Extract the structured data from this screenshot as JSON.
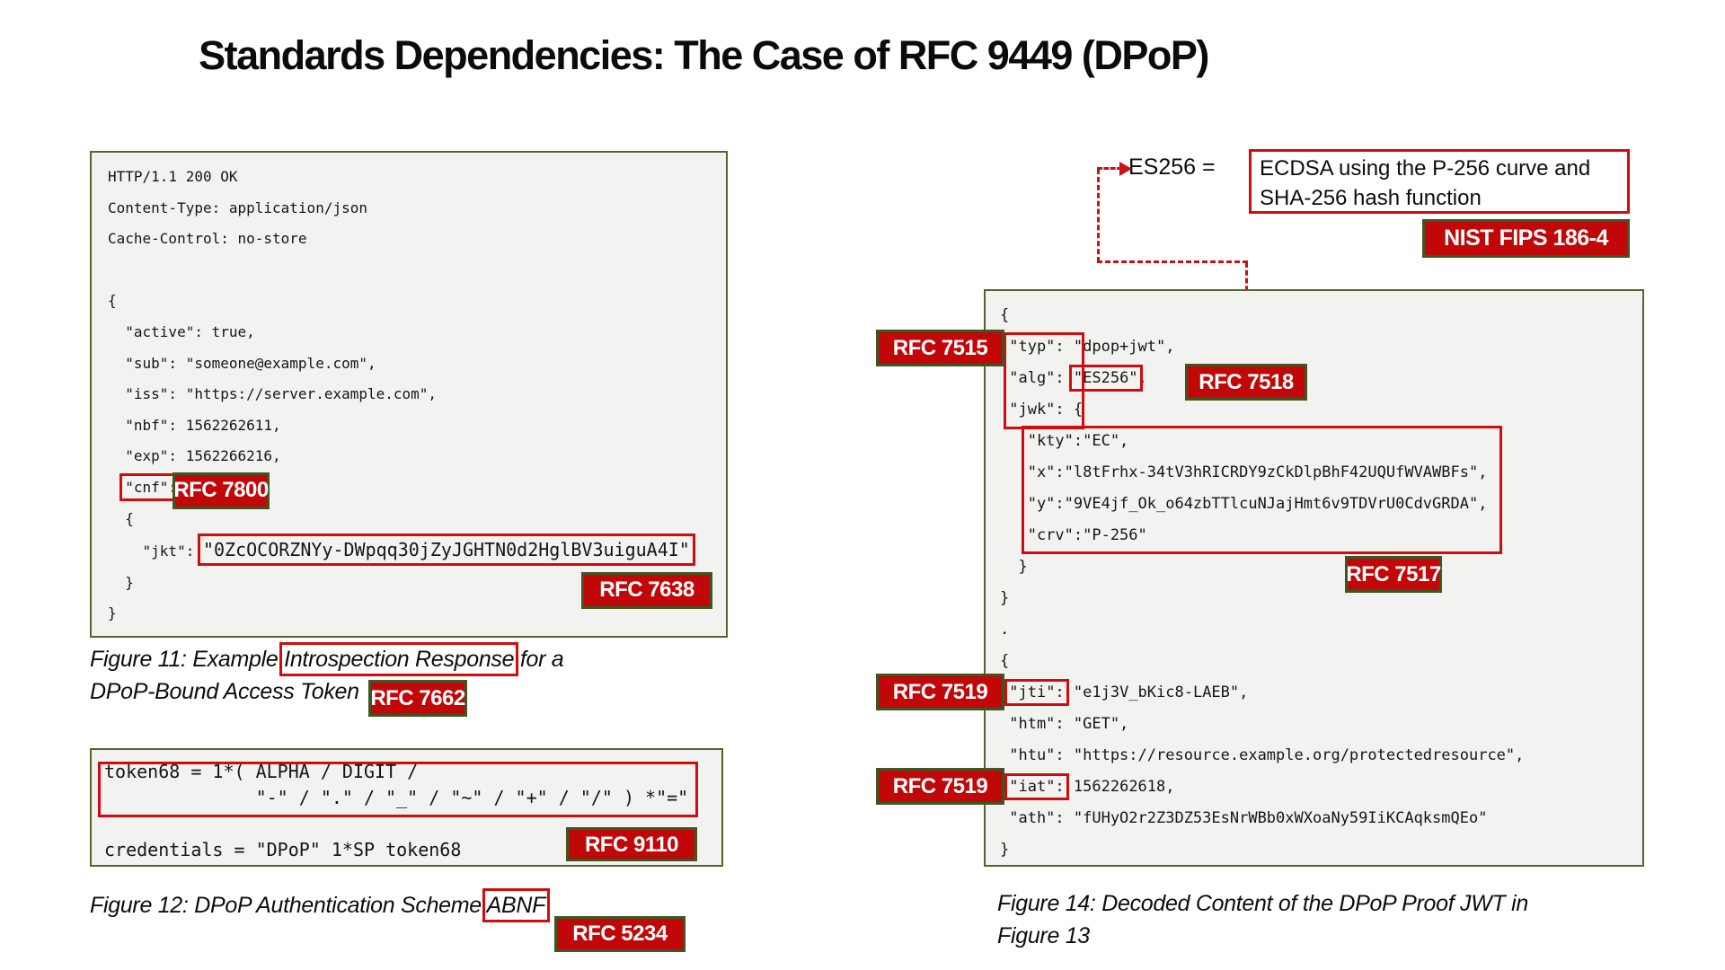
{
  "title": "Standards Dependencies: The Case of RFC 9449 (DPoP)",
  "colors": {
    "badge_bg": "#c10707",
    "badge_border": "#3e5623",
    "box_red": "#cf0d0d",
    "block_border": "#53652e",
    "block_bg": "#f2f2f1"
  },
  "figure11": {
    "lines": [
      "HTTP/1.1 200 OK",
      "Content-Type: application/json",
      "Cache-Control: no-store",
      " ",
      "{",
      "  \"active\": true,",
      "  \"sub\": \"someone@example.com\",",
      "  \"iss\": \"https://server.example.com\",",
      "  \"nbf\": 1562262611,",
      "  \"exp\": 1562266216,"
    ],
    "cnf": {
      "indent": "  ",
      "key": "\"cnf\":"
    },
    "open_inner": "  {",
    "jkt": {
      "prefix": "    \"jkt\": ",
      "value": "\"0ZcOCORZNYy-DWpqq30jZyJGHTN0d2HglBV3uiguA4I\""
    },
    "close_inner": "  }",
    "close_outer": "}",
    "badge_cnf": "RFC 7800",
    "badge_jkt": "RFC 7638",
    "badge_caption": "RFC 7662",
    "caption": {
      "part1": "Figure 11: Example ",
      "highlight": "Introspection Response",
      "part2": " for a",
      "line2": "DPoP-Bound Access Token"
    }
  },
  "figure12": {
    "abnf1": "token68 = 1*( ALPHA / DIGIT /",
    "abnf2": "              \"-\" / \".\" / \"_\" / \"~\" / \"+\" / \"/\" ) *\"=\"",
    "credentials": "credentials = \"DPoP\" 1*SP token68",
    "badge_http": "RFC 9110",
    "caption": {
      "part1": "Figure 12: DPoP Authentication Scheme ",
      "highlight": "ABNF"
    },
    "badge_abnf": "RFC 5234"
  },
  "es256_note": {
    "label": "ES256 = ",
    "definition_line1": "ECDSA using the P-256 curve and",
    "definition_line2": "SHA-256 hash function",
    "badge": "NIST FIPS 186-4"
  },
  "figure14": {
    "l0": "{",
    "l1": " \"typ\": \"dpop+jwt\",",
    "alg": {
      "prefix": " \"alg\": ",
      "value": "\"ES256\"",
      "suffix": ","
    },
    "l3": " \"jwk\": {",
    "l4": "   \"kty\":\"EC\",",
    "l5": "   \"x\":\"l8tFrhx-34tV3hRICRDY9zCkDlpBhF42UQUfWVAWBFs\",",
    "l6": "   \"y\":\"9VE4jf_Ok_o64zbTTlcuNJajHmt6v9TDVrU0CdvGRDA\",",
    "l7": "   \"crv\":\"P-256\"",
    "l8": "  }",
    "l9": "}",
    "l10": ".",
    "l11": "{",
    "jti": {
      "indent": " ",
      "key": "\"jti\":",
      "rest": " \"e1j3V_bKic8-LAEB\","
    },
    "l13": " \"htm\": \"GET\",",
    "l14": " \"htu\": \"https://resource.example.org/protectedresource\",",
    "iat": {
      "indent": " ",
      "key": "\"iat\":",
      "rest": " 1562262618,"
    },
    "l16": " \"ath\": \"fUHyO2r2Z3DZ53EsNrWBb0xWXoaNy59IiKCAqksmQEo\"",
    "l17": "}",
    "badge_jws": "RFC 7515",
    "badge_jwa": "RFC 7518",
    "badge_jwk": "RFC 7517",
    "badge_jwt1": "RFC 7519",
    "badge_jwt2": "RFC 7519",
    "caption": {
      "line1": "Figure 14: Decoded Content of the DPoP Proof JWT in",
      "line2": "Figure 13"
    }
  }
}
